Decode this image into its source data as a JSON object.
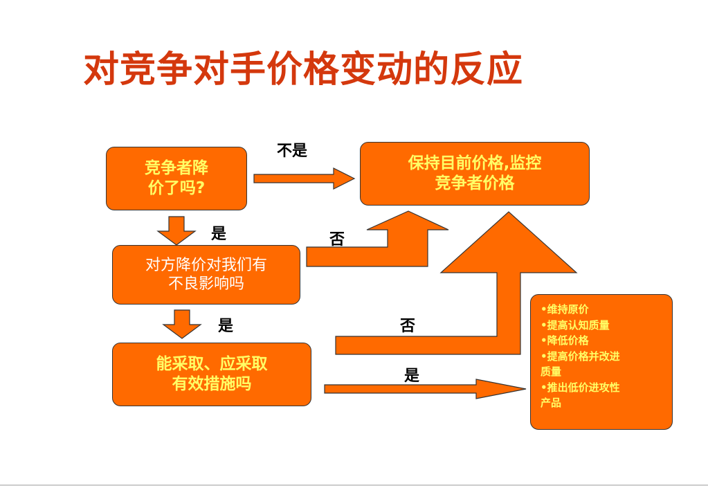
{
  "title": "对竞争对手价格变动的反应",
  "boxes": {
    "q1": [
      "竞争者降",
      "价了吗?"
    ],
    "keep": [
      "保持目前价格,监控",
      "竞争者价格"
    ],
    "q2": [
      "对方降价对我们有",
      "不良影响吗"
    ],
    "q3": [
      "能采取、应采取",
      "有效措施吗"
    ],
    "actions": [
      "•维持原价",
      "•提高认知质量",
      "•降低价格",
      "•提高价格并改进",
      "质量",
      "•推出低价进攻性",
      "产品"
    ]
  },
  "labels": {
    "no_top": "不是",
    "yes1": "是",
    "no2": "否",
    "yes2": "是",
    "no3": "否",
    "yes3": "是"
  },
  "colors": {
    "title": "#d4380d",
    "box_fill": "#ff6a00",
    "box_text_yellow": "#ffff66",
    "box_text_white": "#ffffff",
    "arrow_fill": "#ff6a00",
    "outline": "#333333"
  }
}
